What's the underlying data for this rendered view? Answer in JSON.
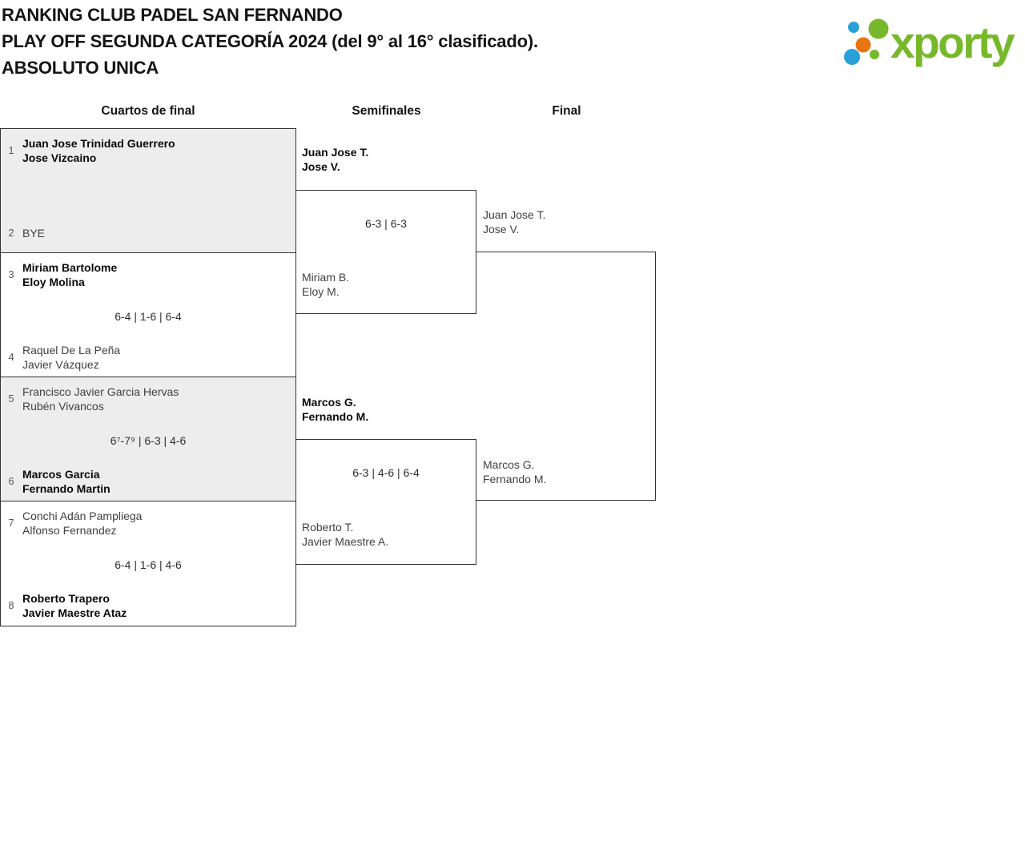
{
  "header": {
    "title_lines": [
      "RANKING CLUB PADEL SAN FERNANDO",
      "PLAY OFF SEGUNDA CATEGORÍA 2024 (del 9° al 16° clasificado).",
      "ABSOLUTO UNICA"
    ],
    "logo_text": "xporty",
    "logo_colors": {
      "green": "#76b82a",
      "blue": "#2aa0d8",
      "orange": "#e8750f"
    }
  },
  "columns": [
    {
      "label": "Cuartos de final"
    },
    {
      "label": "Semifinales"
    },
    {
      "label": "Final"
    }
  ],
  "bracket": {
    "quarterfinals": [
      {
        "seed_top": "1",
        "top_lines": [
          "Juan Jose Trinidad Guerrero",
          "Jose Vizcaino"
        ],
        "top_winner": true,
        "seed_bottom": "2",
        "bottom_lines": [
          "BYE"
        ],
        "bottom_winner": false,
        "score": ""
      },
      {
        "seed_top": "3",
        "top_lines": [
          "Miriam Bartolome",
          "Eloy Molina"
        ],
        "top_winner": true,
        "seed_bottom": "4",
        "bottom_lines": [
          "Raquel De La Peña",
          "Javier Vázquez"
        ],
        "bottom_winner": false,
        "score": "6-4 | 1-6 | 6-4"
      },
      {
        "seed_top": "5",
        "top_lines": [
          "Francisco Javier Garcia Hervas",
          "Rubén Vivancos"
        ],
        "top_winner": false,
        "seed_bottom": "6",
        "bottom_lines": [
          "Marcos Garcia",
          "Fernando Martin"
        ],
        "bottom_winner": true,
        "score": "6⁷-7⁹ | 6-3 | 4-6"
      },
      {
        "seed_top": "7",
        "top_lines": [
          "Conchi Adán Pampliega",
          "Alfonso Fernandez"
        ],
        "top_winner": false,
        "seed_bottom": "8",
        "bottom_lines": [
          "Roberto Trapero",
          "Javier Maestre Ataz"
        ],
        "bottom_winner": true,
        "score": "6-4 | 1-6 | 4-6"
      }
    ],
    "semifinals": [
      {
        "top_lines": [
          "Juan Jose T.",
          "Jose V."
        ],
        "top_winner": true,
        "bottom_lines": [
          "Miriam B.",
          "Eloy M."
        ],
        "bottom_winner": false,
        "score": "6-3 | 6-3"
      },
      {
        "top_lines": [
          "Marcos G.",
          "Fernando M."
        ],
        "top_winner": true,
        "bottom_lines": [
          "Roberto T.",
          "Javier Maestre A."
        ],
        "bottom_winner": false,
        "score": "6-3 | 4-6 | 6-4"
      }
    ],
    "final": {
      "top_lines": [
        "Juan Jose T.",
        "Jose V."
      ],
      "bottom_lines": [
        "Marcos G.",
        "Fernando M."
      ]
    }
  }
}
